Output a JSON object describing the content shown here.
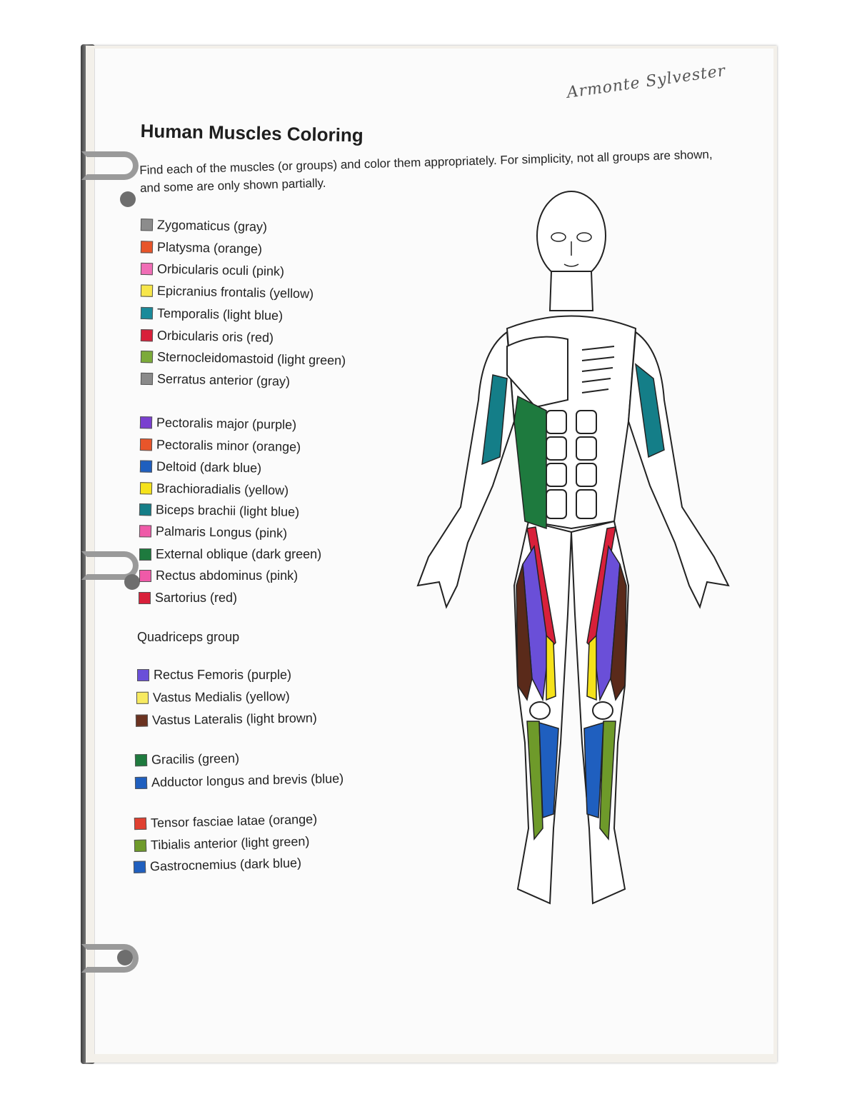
{
  "signature": "Armonte Sylvester",
  "title": "Human Muscles Coloring",
  "instructions": "Find each of the muscles (or groups) and color them appropriately. For simplicity, not all groups are shown, and some are only shown partially.",
  "group_heading": "Quadriceps group",
  "legend": [
    {
      "label": "Zygomaticus (gray)",
      "color": "#8c8c8c"
    },
    {
      "label": "Platysma (orange)",
      "color": "#e8552a"
    },
    {
      "label": "Orbicularis oculi (pink)",
      "color": "#f06eb6"
    },
    {
      "label": "Epicranius frontalis (yellow)",
      "color": "#f7e64a"
    },
    {
      "label": "Temporalis (light blue)",
      "color": "#1a8a9a"
    },
    {
      "label": "Orbicularis oris (red)",
      "color": "#d8203a"
    },
    {
      "label": "Sternocleidomastoid (light green)",
      "color": "#7cab3a"
    },
    {
      "label": "Serratus anterior (gray)",
      "color": "#8a8a8a"
    },
    {
      "label": "Pectoralis major (purple)",
      "color": "#7a3fd0"
    },
    {
      "label": "Pectoralis minor (orange)",
      "color": "#e8552a"
    },
    {
      "label": "Deltoid (dark blue)",
      "color": "#1f5fbf"
    },
    {
      "label": "Brachioradialis (yellow)",
      "color": "#f5e21a"
    },
    {
      "label": "Biceps brachii (light blue)",
      "color": "#147e88"
    },
    {
      "label": "Palmaris Longus (pink)",
      "color": "#ef5aa8"
    },
    {
      "label": "External oblique (dark green)",
      "color": "#1e7a3e"
    },
    {
      "label": "Rectus abdominus (pink)",
      "color": "#ef5aa8"
    },
    {
      "label": "Sartorius (red)",
      "color": "#d8203a"
    },
    {
      "label": "Rectus Femoris (purple)",
      "color": "#6a4fd8"
    },
    {
      "label": "Vastus Medialis (yellow)",
      "color": "#f7ea60"
    },
    {
      "label": "Vastus Lateralis (light brown)",
      "color": "#6b3220"
    },
    {
      "label": "Gracilis (green)",
      "color": "#1e7a3e"
    },
    {
      "label": "Adductor longus and brevis (blue)",
      "color": "#1f5fbf"
    },
    {
      "label": "Tensor fasciae latae (orange)",
      "color": "#e04030"
    },
    {
      "label": "Tibialis anterior (light green)",
      "color": "#6e9a2a"
    },
    {
      "label": "Gastrocnemius (dark blue)",
      "color": "#1f5fbf"
    }
  ],
  "figure_colors": {
    "biceps": "#147e88",
    "external_oblique": "#1e7a3e",
    "sartorius": "#d8203a",
    "rectus_femoris": "#6a4fd8",
    "vastus_medialis": "#f5e21a",
    "vastus_lateralis": "#5a2a1a",
    "tibialis": "#6e9a2a",
    "gastrocnemius": "#1f5fbf"
  }
}
